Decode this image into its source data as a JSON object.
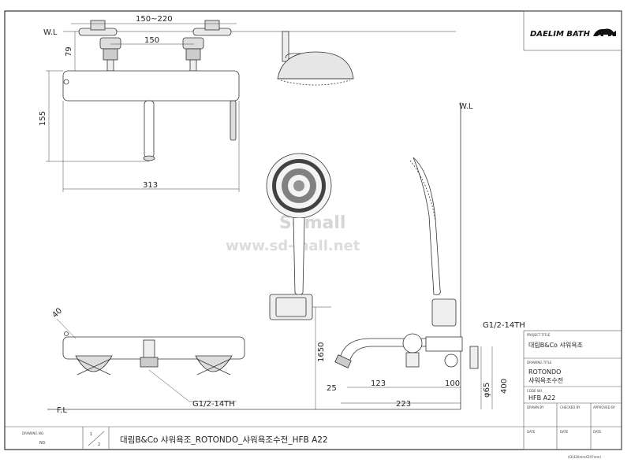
{
  "brand": {
    "logo_text": "DAELIM BATH"
  },
  "dimensions": {
    "water_line_top": "W.L",
    "water_line_right": "W.L",
    "floor_line": "F.L",
    "pitch_range": "150~220",
    "pitch": "150",
    "height_79": "79",
    "height_155": "155",
    "width_313": "313",
    "angle_40": "40",
    "thread_bottom": "G1/2-14TH",
    "thread_side": "G1/2-14TH",
    "height_1650": "1650",
    "angle_25": "25",
    "len_123": "123",
    "len_100": "100",
    "dia_65": "φ65",
    "height_400": "400",
    "len_223": "223"
  },
  "watermark": {
    "line1": "Sdmall",
    "line2": "www.sd-mall.net"
  },
  "title_block": {
    "project_title_label": "PROJECT TITLE",
    "project_title": "대림B&Co 샤워욕조",
    "drawing_title_label": "DRAWING TITLE",
    "drawing_title_1": "ROTONDO",
    "drawing_title_2": "샤워욕조수전",
    "code_no_label": "CODE NO.",
    "code_no": "HFB A22",
    "drawn_by": "DRAWN BY",
    "checked_by": "CHECKED BY",
    "approved_by": "APPROVED BY",
    "date_1": "DATE",
    "date_2": "DATE",
    "date_3": "DATE"
  },
  "bottom_bar": {
    "drawing_no_label": "DRAWING NO.",
    "drawing_no": "N0.",
    "sheet_num": "1",
    "sheet_total": "2",
    "title": "대림B&Co 샤워욕조_ROTONDO_샤워욕조수전_HFB A22"
  },
  "paper_size": "A3(420mmX297mm)"
}
